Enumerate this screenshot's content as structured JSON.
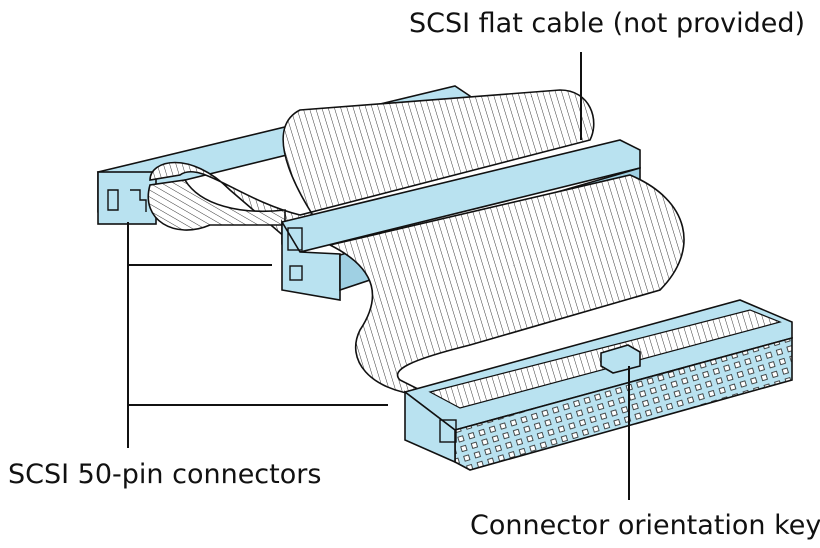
{
  "labels": {
    "cable": "SCSI flat cable (not provided)",
    "connectors": "SCSI 50-pin connectors",
    "orientation_key": "Connector orientation key"
  },
  "colors": {
    "connector_fill": "#b9e2f0",
    "connector_dark": "#7fbcd2",
    "cable_fill": "#ffffff",
    "ink": "#111111"
  },
  "icons": [
    "flat-ribbon-cable",
    "50-pin-connector",
    "orientation-key"
  ]
}
